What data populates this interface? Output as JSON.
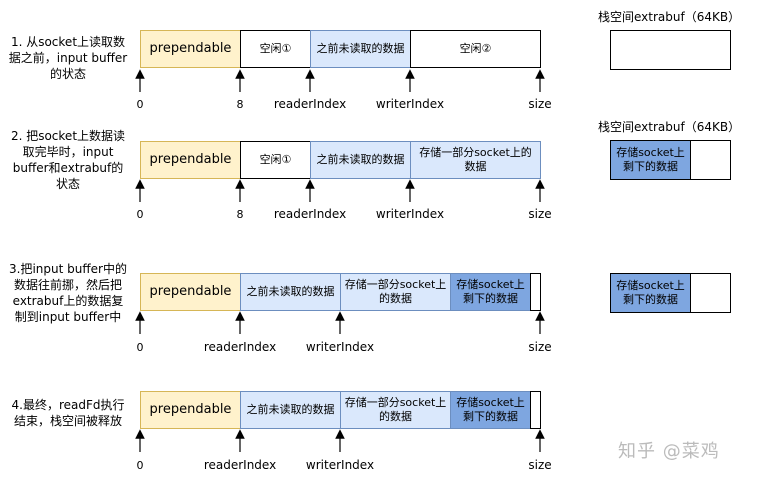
{
  "steps": [
    {
      "description": "1. 从socket上读取数\n据之前，input buffer\n的状态",
      "cells": [
        "prependable",
        "空闲①",
        "之前未读取的数据",
        "空闲②"
      ],
      "markers": [
        "0",
        "8",
        "readerIndex",
        "writerIndex",
        "size"
      ],
      "extrabuf_title": "栈空间extrabuf（64KB）",
      "extrabuf_fill": ""
    },
    {
      "description": "2. 把socket上数据读\n取完毕时，input\nbuffer和extrabuf的\n状态",
      "cells": [
        "prependable",
        "空闲①",
        "之前未读取的数据",
        "存储一部分socket上的数据"
      ],
      "markers": [
        "0",
        "8",
        "readerIndex",
        "writerIndex",
        "size"
      ],
      "extrabuf_title": "栈空间extrabuf（64KB）",
      "extrabuf_fill": "存储socket上剩下的数据"
    },
    {
      "description": "3.把input buffer中的\n数据往前挪，然后把\nextrabuf上的数据复\n制到input buffer中",
      "cells": [
        "prependable",
        "之前未读取的数据",
        "存储一部分socket上的数据",
        "存储socket上剩下的数据",
        ""
      ],
      "markers": [
        "0",
        "readerIndex",
        "writerIndex",
        "size"
      ],
      "extrabuf_title": "",
      "extrabuf_fill": "存储socket上剩下的数据"
    },
    {
      "description": "4.最终，readFd执行\n结束，栈空间被释放",
      "cells": [
        "prependable",
        "之前未读取的数据",
        "存储一部分socket上的数据",
        "存储socket上剩下的数据",
        ""
      ],
      "markers": [
        "0",
        "readerIndex",
        "writerIndex",
        "size"
      ],
      "extrabuf_title": "",
      "extrabuf_fill": ""
    }
  ],
  "watermark": "知乎 @菜鸡"
}
